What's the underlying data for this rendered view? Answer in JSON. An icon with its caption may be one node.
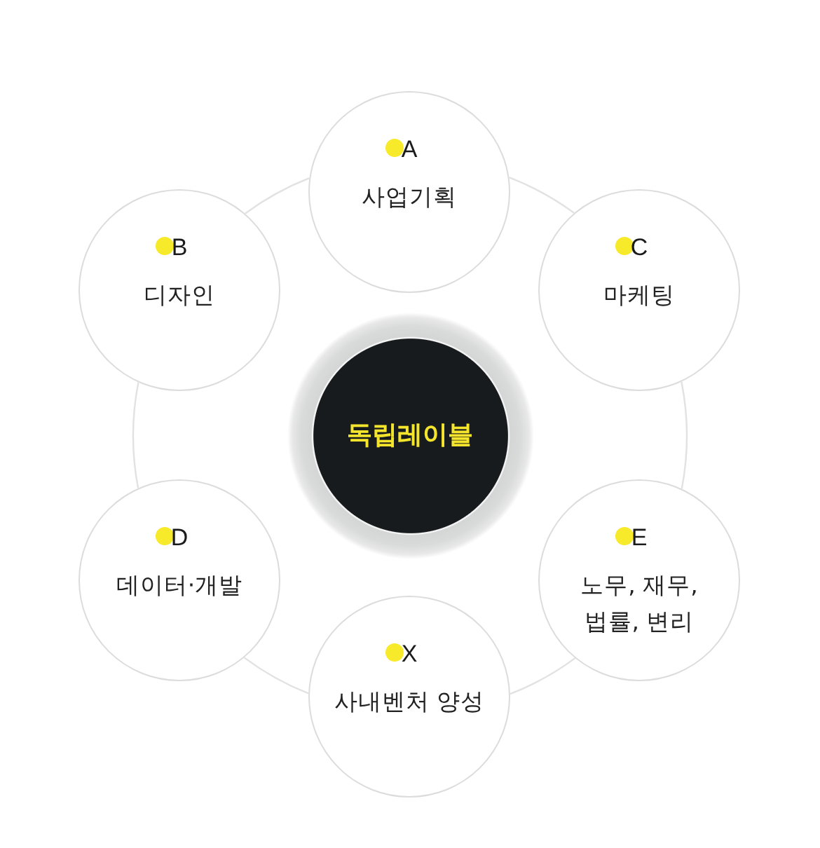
{
  "diagram": {
    "nodes": [
      {
        "text": [
          "독립레이블"
        ]
      },
      {
        "text": [
          "A",
          "사업기획"
        ]
      },
      {
        "text": [
          "B",
          "디자인"
        ]
      },
      {
        "text": [
          "C",
          "마케팅"
        ]
      },
      {
        "text": [
          "D",
          "데이터·개발"
        ]
      },
      {
        "text": [
          "E",
          "노무, 재무, 법률, 변리"
        ]
      },
      {
        "text": [
          "X",
          "사내벤처 양성"
        ]
      }
    ],
    "edges": [
      {
        "from": 1,
        "to": 3,
        "arrow": "none"
      },
      {
        "from": 3,
        "to": 5,
        "arrow": "none"
      },
      {
        "from": 5,
        "to": 6,
        "arrow": "none"
      },
      {
        "from": 6,
        "to": 4,
        "arrow": "none"
      },
      {
        "from": 4,
        "to": 2,
        "arrow": "none"
      },
      {
        "from": 2,
        "to": 1,
        "arrow": "none"
      }
    ]
  }
}
